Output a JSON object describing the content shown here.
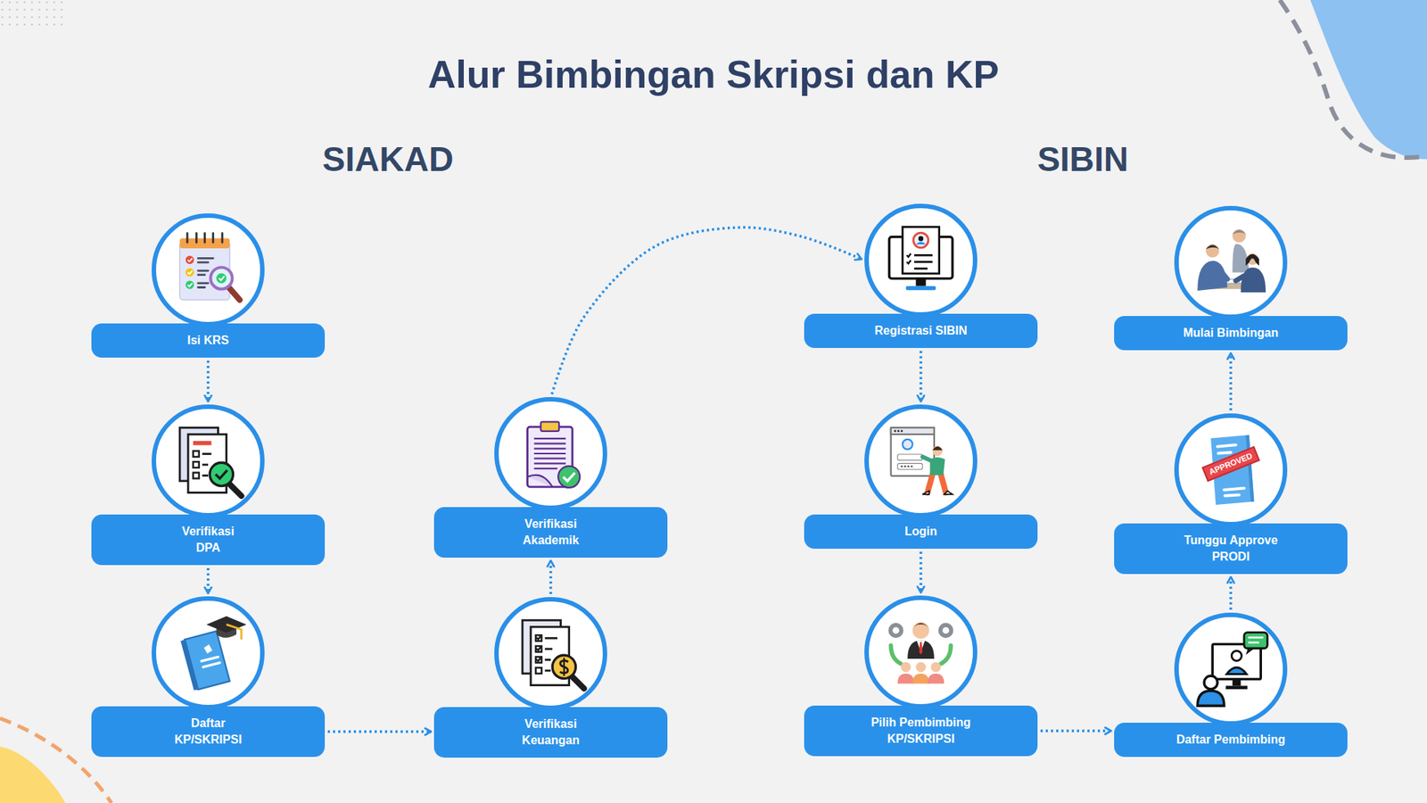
{
  "diagram": {
    "title": "Alur Bimbingan Skripsi dan KP",
    "nodes": [
      {
        "text": [
          "Isi KRS"
        ]
      },
      {
        "text": [
          "Verifikasi DPA"
        ]
      },
      {
        "text": [
          "Daftar KP/SKRIPSI"
        ]
      },
      {
        "text": [
          "Verifikasi Keuangan"
        ]
      },
      {
        "text": [
          "Verifikasi Akademik"
        ]
      },
      {
        "text": [
          "Registrasi SIBIN"
        ]
      },
      {
        "text": [
          "Login"
        ]
      },
      {
        "text": [
          "Pilih Pembimbing KP/SKRIPSI"
        ]
      },
      {
        "text": [
          "Daftar Pembimbing"
        ]
      },
      {
        "text": [
          "Tunggu Approve PRODI"
        ]
      },
      {
        "text": [
          "Mulai Bimbingan"
        ]
      }
    ],
    "edges": [
      {
        "from": 0,
        "to": 1,
        "arrow": "to"
      },
      {
        "from": 1,
        "to": 2,
        "arrow": "to"
      },
      {
        "from": 2,
        "to": 3,
        "arrow": "to"
      },
      {
        "from": 3,
        "to": 4,
        "arrow": "to"
      },
      {
        "from": 4,
        "to": 5,
        "arrow": "to"
      },
      {
        "from": 5,
        "to": 6,
        "arrow": "to"
      },
      {
        "from": 6,
        "to": 7,
        "arrow": "to"
      },
      {
        "from": 7,
        "to": 8,
        "arrow": "to"
      },
      {
        "from": 8,
        "to": 9,
        "arrow": "to"
      },
      {
        "from": 9,
        "to": 10,
        "arrow": "to"
      }
    ],
    "labels": [
      "SIAKAD",
      "SIBIN",
      "APPROVED"
    ]
  }
}
